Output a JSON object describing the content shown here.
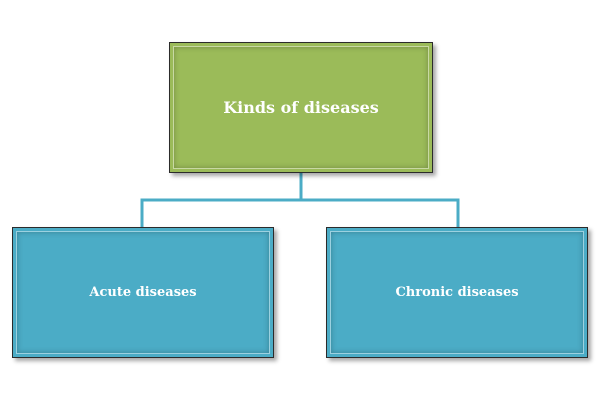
{
  "diagram": {
    "root": {
      "label": "Kinds of diseases",
      "color": "#9bbb59"
    },
    "children": [
      {
        "label": "Acute diseases",
        "color": "#4bacc6"
      },
      {
        "label": "Chronic diseases",
        "color": "#4bacc6"
      }
    ],
    "connector_color": "#4bacc6"
  }
}
